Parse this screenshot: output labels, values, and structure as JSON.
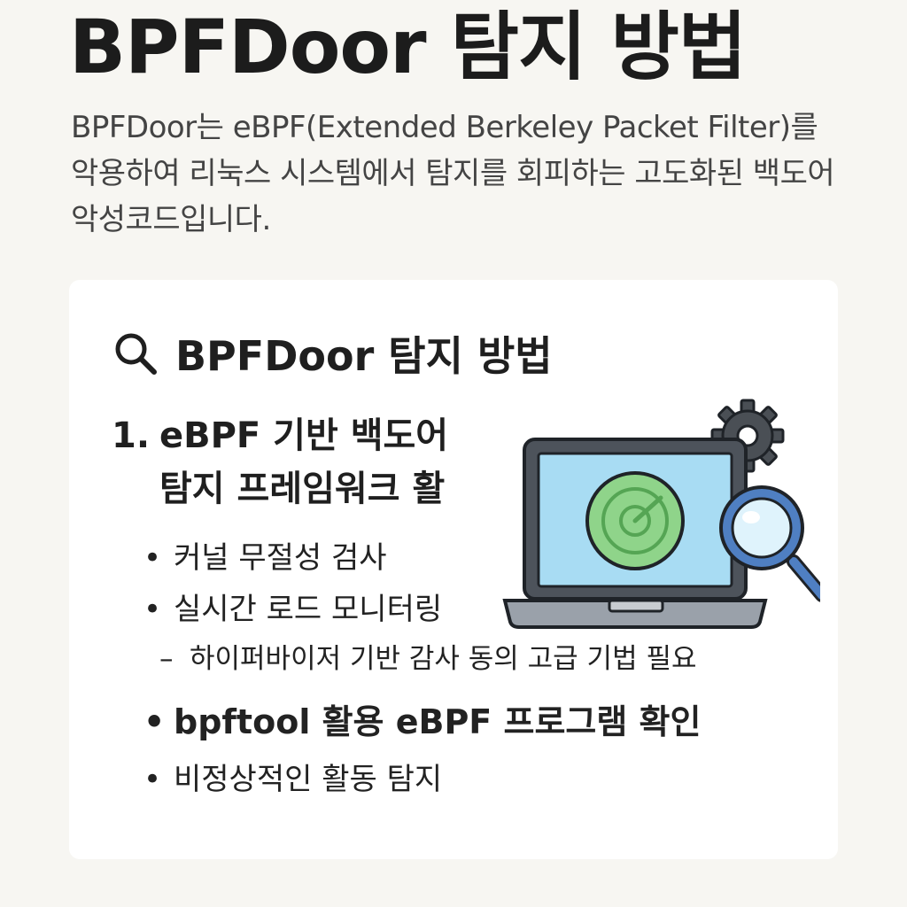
{
  "page": {
    "title": "BPFDoor 탐지 방법",
    "intro": "BPFDoor는 eBPF(Extended Berkeley Packet Filter)를 악용하여 리눅스 시스템에서 탐지를 회피하는 고도화된 백도어 악성코드입니다."
  },
  "card": {
    "title": "BPFDoor 탐지 방법",
    "icon": "search-icon",
    "section": {
      "number": "1.",
      "heading": "eBPF 기반 백도어 탐지 프레임워크 활"
    },
    "bullets": {
      "marker": "•",
      "sub_marker": "–",
      "item1": "커널 무절성 검사",
      "item2": "실시간 로드 모니터링",
      "sub_item": "하이퍼바이저 기반 감사 동의 고급 기법 필요",
      "item3": "bpftool 활용 eBPF 프로그램 확인",
      "item4": "비정상적인 활동 탐지"
    },
    "illustration": {
      "icons": [
        "laptop-icon",
        "radar-icon",
        "gear-icon",
        "magnifier-icon"
      ]
    }
  },
  "colors": {
    "background": "#f7f6f2",
    "card": "#ffffff",
    "laptop_screen": "#a8dcf3",
    "laptop_body": "#5a6068",
    "radar": "#8fd48a",
    "magnifier_ring": "#4f7fc2"
  }
}
